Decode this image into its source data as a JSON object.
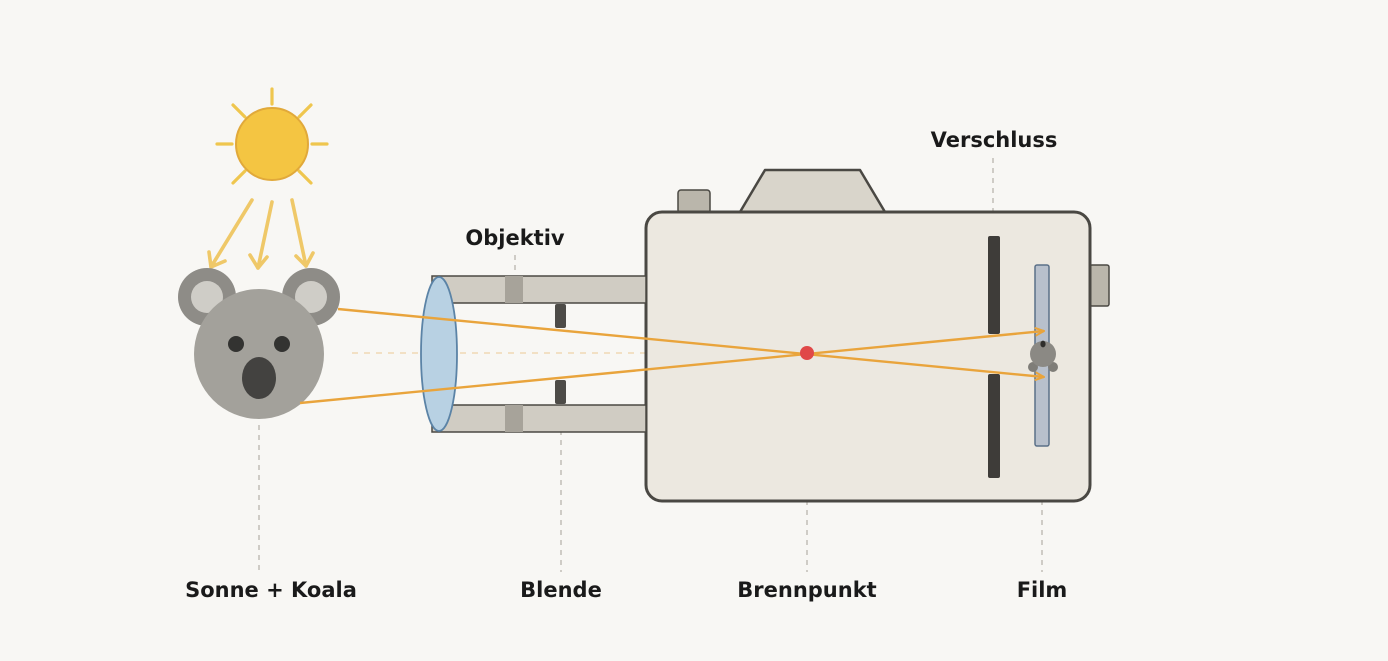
{
  "labels": {
    "objektiv": "Objektiv",
    "verschluss": "Verschluss",
    "sonne_koala": "Sonne + Koala",
    "blende": "Blende",
    "brennpunkt": "Brennpunkt",
    "film": "Film"
  },
  "colors": {
    "background": "#f8f7f4",
    "sun": "#f4c542",
    "ray": "#e9a43c",
    "focal_point": "#e04848",
    "lens": "#b8d1e3",
    "camera_body": "#ece8e0"
  },
  "icons": [
    "sun-icon",
    "koala-icon",
    "camera-icon",
    "lens-icon",
    "small-koala-image-icon"
  ]
}
